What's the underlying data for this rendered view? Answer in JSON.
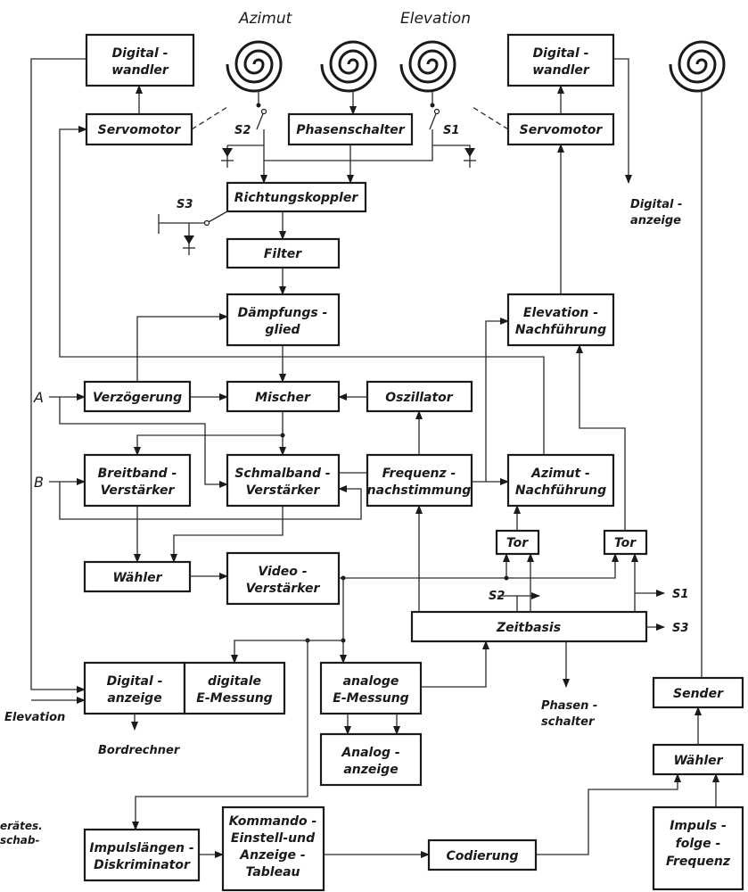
{
  "antennas": {
    "azimut_label": "Azimut",
    "elevation_label": "Elevation"
  },
  "switches": {
    "s1": "S1",
    "s2": "S2",
    "s3": "S3"
  },
  "inputs": {
    "a": "A",
    "b": "B"
  },
  "blocks": {
    "digitalwandler_left": [
      "Digital -",
      "wandler"
    ],
    "servomotor_left": [
      "Servomotor"
    ],
    "phasenschalter": [
      "Phasenschalter"
    ],
    "digitalwandler_right": [
      "Digital -",
      "wandler"
    ],
    "servomotor_right": [
      "Servomotor"
    ],
    "richtungskoppler": [
      "Richtungskoppler"
    ],
    "filter": [
      "Filter"
    ],
    "daempfungsglied": [
      "Dämpfungs -",
      "glied"
    ],
    "elevation_nachfuehrung": [
      "Elevation -",
      "Nachführung"
    ],
    "verzoegerung": [
      "Verzögerung"
    ],
    "mischer": [
      "Mischer"
    ],
    "oszillator": [
      "Oszillator"
    ],
    "breitband": [
      "Breitband -",
      "Verstärker"
    ],
    "schmalband": [
      "Schmalband -",
      "Verstärker"
    ],
    "frequenz": [
      "Frequenz -",
      "nachstimmung"
    ],
    "azimut_nachfuehrung": [
      "Azimut -",
      "Nachführung"
    ],
    "tor_left": [
      "Tor"
    ],
    "tor_right": [
      "Tor"
    ],
    "waehler_left": [
      "Wähler"
    ],
    "video": [
      "Video -",
      "Verstärker"
    ],
    "zeitbasis": [
      "Zeitbasis"
    ],
    "digitalanzeige": [
      "Digital -",
      "anzeige"
    ],
    "digitale_messung": [
      "digitale",
      "E-Messung"
    ],
    "analoge_messung": [
      "analoge",
      "E-Messung"
    ],
    "analoganzeige": [
      "Analog -",
      "anzeige"
    ],
    "sender": [
      "Sender"
    ],
    "waehler_right": [
      "Wähler"
    ],
    "impulslaengen": [
      "Impulslängen -",
      "Diskriminator"
    ],
    "kommando": [
      "Kommando -",
      "Einstell-und",
      "Anzeige -",
      "Tableau"
    ],
    "codierung": [
      "Codierung"
    ],
    "impulsfolge": [
      "Impuls -",
      "folge -",
      "Frequenz"
    ]
  },
  "free_labels": {
    "digital_anzeige_out": [
      "Digital -",
      "anzeige"
    ],
    "elevation_in": "Elevation",
    "bordrechner": "Bordrechner",
    "phasen_schalter": [
      "Phasen -",
      "schalter"
    ],
    "s2_out": "S2",
    "s1_out": "S1",
    "s3_out": "S3"
  },
  "caption_fragment": [
    "erätes.",
    "schab-"
  ]
}
